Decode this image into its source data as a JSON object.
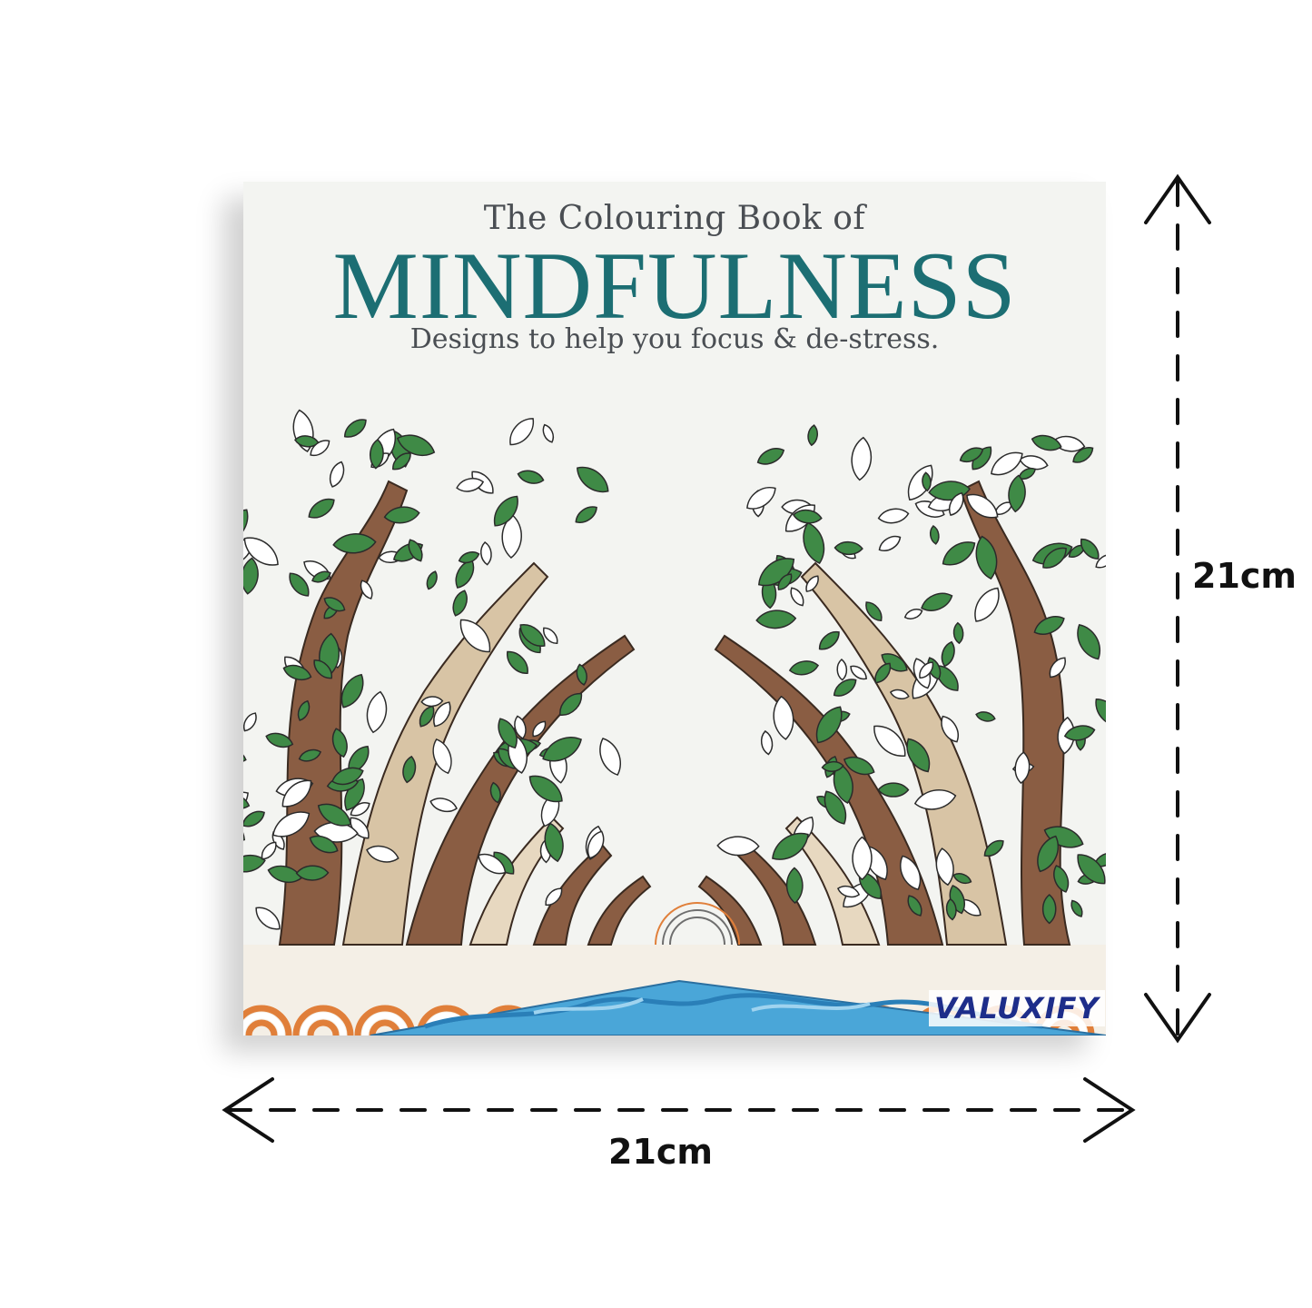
{
  "cover": {
    "title_line_1": "The Colouring Book of",
    "title_main": "MINDFULNESS",
    "subtitle": "Designs to help you focus & de-stress.",
    "brand": "VALUXIFY",
    "colors": {
      "title": "#1c6e73",
      "leaves": "#3f8a46",
      "trunk": "#8a5d43",
      "water": "#4aa6d8",
      "arches": "#e07f3a",
      "brand": "#1d2d8a"
    }
  },
  "dimensions": {
    "height_label": "21cm",
    "width_label": "21cm"
  }
}
